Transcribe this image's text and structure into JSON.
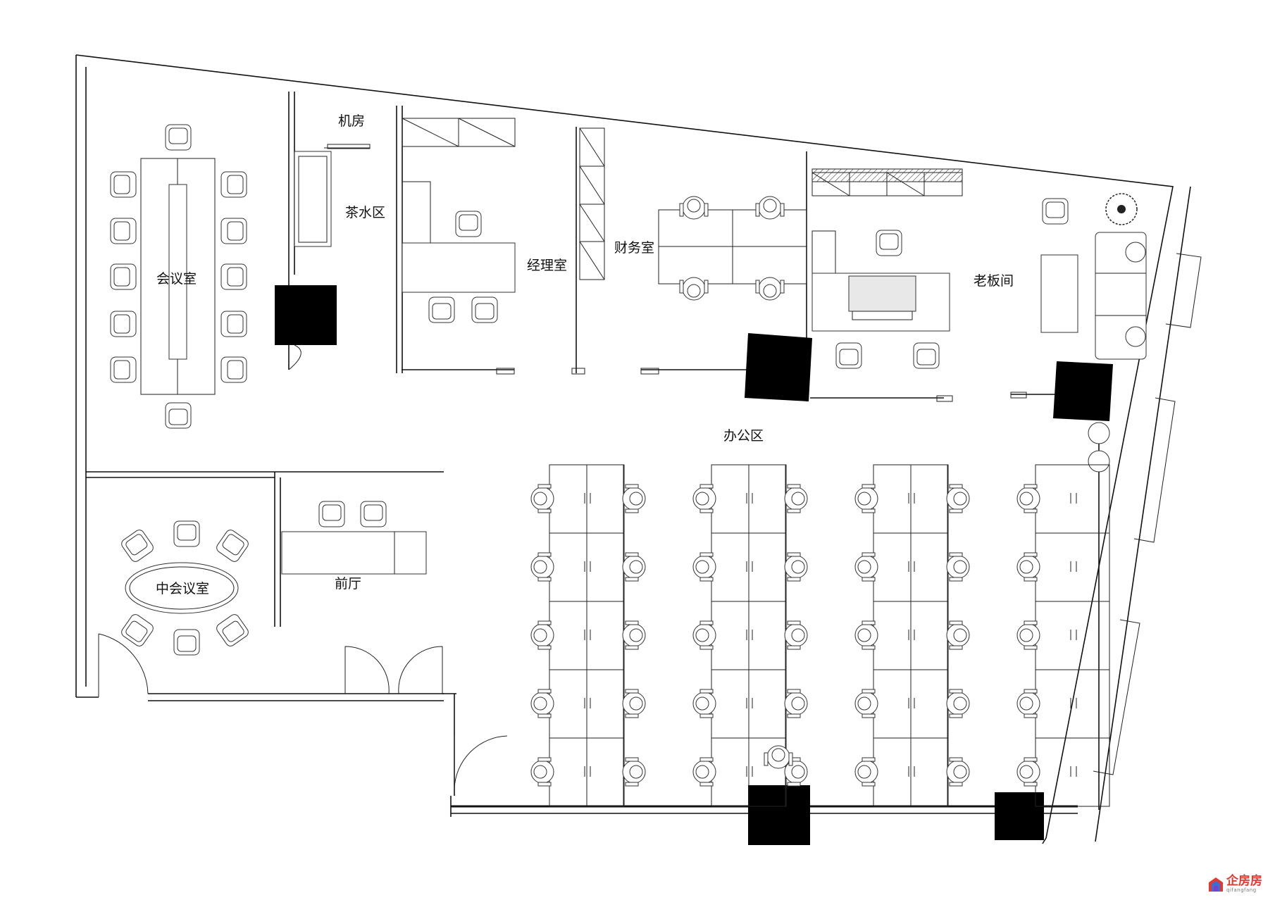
{
  "rooms": {
    "meeting_room": "会议室",
    "server_room": "机房",
    "tea_area": "茶水区",
    "manager_office": "经理室",
    "finance_office": "财务室",
    "boss_office": "老板间",
    "office_area": "办公区",
    "medium_meeting_room": "中会议室",
    "lobby": "前厅"
  },
  "logo": {
    "name": "企房房",
    "sub": "qifangfang"
  },
  "colors": {
    "line": "#111111",
    "fill_solid": "#000000",
    "logo_red": "#e23a2e"
  },
  "icons": [
    "chair-icon",
    "desk-icon",
    "plant-icon",
    "door-swing-icon",
    "logo-icon"
  ]
}
